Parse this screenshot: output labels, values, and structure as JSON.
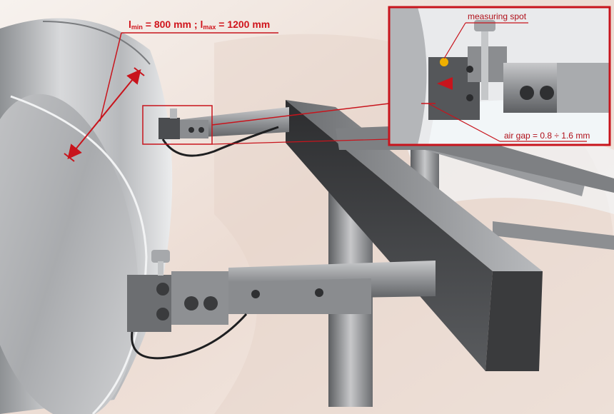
{
  "annotations": {
    "range": {
      "l_symbol": "l",
      "min_sub": "min",
      "min_text": " = 800 mm ; ",
      "max_sub": "max",
      "max_text": " = 1200 mm"
    },
    "measuring_spot": "measuring spot",
    "air_gap": "air gap = 0.8 ÷ 1.6 mm"
  },
  "colors": {
    "annotation_red": "#c8141c",
    "metal_light": "#d9dadc",
    "metal_dark": "#3c3d3f",
    "background_tint": "#ead9cf"
  }
}
